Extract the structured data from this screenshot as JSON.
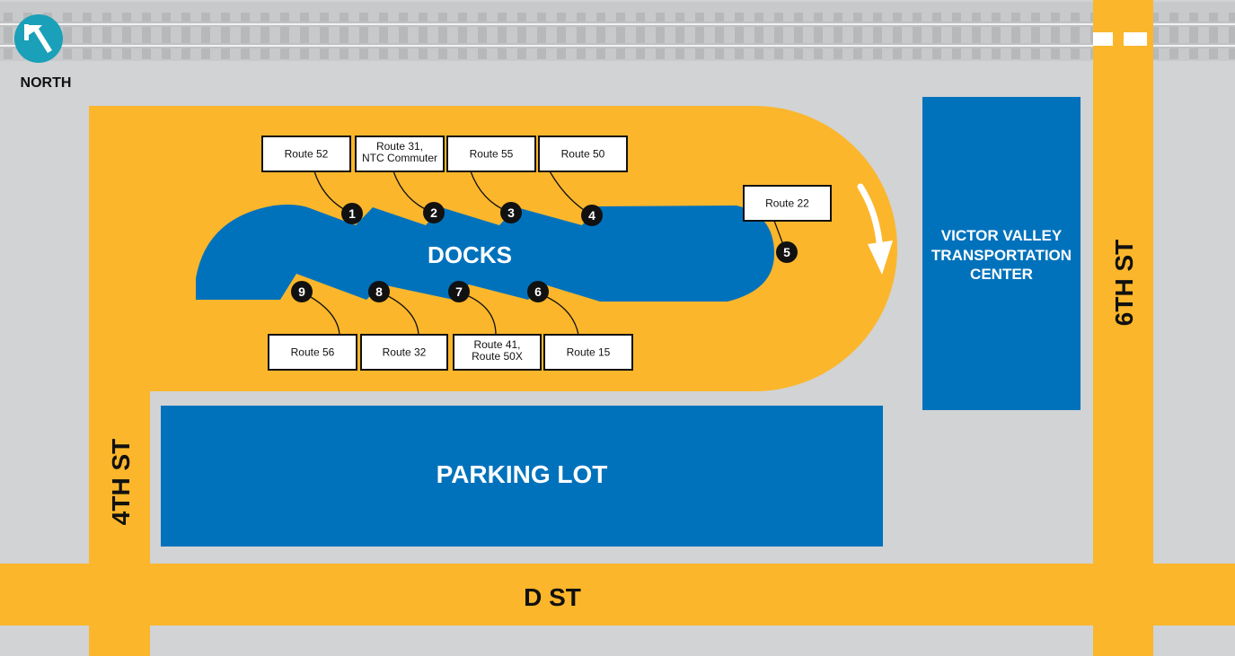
{
  "compass": {
    "label": "NORTH",
    "icon": "north-arrow-icon"
  },
  "streets": {
    "d_st": "D ST",
    "fourth_st": "4TH ST",
    "sixth_st": "6TH ST"
  },
  "areas": {
    "docks": "DOCKS",
    "parking_lot": "PARKING LOT",
    "transit_center": [
      "VICTOR VALLEY",
      "TRANSPORTATION",
      "CENTER"
    ]
  },
  "docks": [
    {
      "number": "1",
      "routes": [
        "Route 52"
      ]
    },
    {
      "number": "2",
      "routes": [
        "Route 31,",
        "NTC Commuter"
      ]
    },
    {
      "number": "3",
      "routes": [
        "Route 55"
      ]
    },
    {
      "number": "4",
      "routes": [
        "Route 50"
      ]
    },
    {
      "number": "5",
      "routes": [
        "Route 22"
      ]
    },
    {
      "number": "6",
      "routes": [
        "Route 15"
      ]
    },
    {
      "number": "7",
      "routes": [
        "Route 41,",
        "Route 50X"
      ]
    },
    {
      "number": "8",
      "routes": [
        "Route 32"
      ]
    },
    {
      "number": "9",
      "routes": [
        "Route 56"
      ]
    }
  ],
  "colors": {
    "background": "#d1d3d4",
    "road": "#fbb62b",
    "building": "#0072bc",
    "marker": "#111111",
    "compass": "#1aa0b8",
    "label_box_border": "#111111"
  }
}
